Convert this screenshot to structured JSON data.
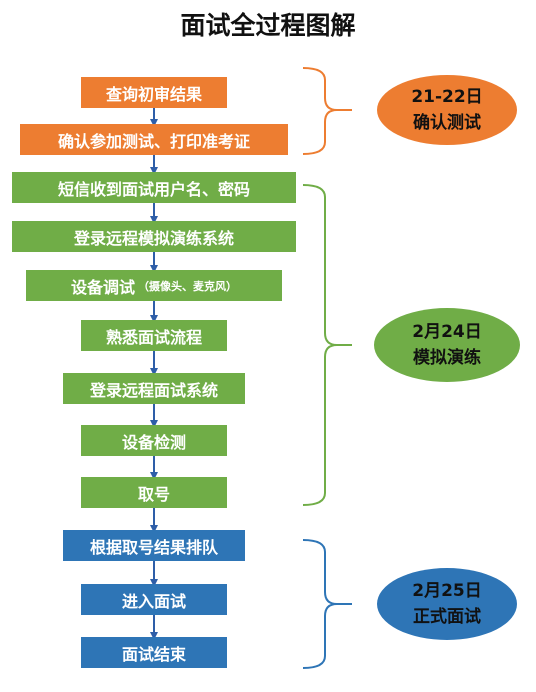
{
  "title": "面试全过程图解",
  "colors": {
    "orange": "#ED7D31",
    "green": "#70AD47",
    "blue": "#2E75B6",
    "arrow": "#2E5EA8"
  },
  "phases": [
    {
      "date": "21-22日",
      "label": "确认测试",
      "color": "orange",
      "steps": [
        {
          "text": "查询初审结果"
        },
        {
          "text": "确认参加测试、打印准考证"
        }
      ]
    },
    {
      "date": "2月24日",
      "label": "模拟演练",
      "color": "green",
      "steps": [
        {
          "text": "短信收到面试用户名、密码"
        },
        {
          "text": "登录远程模拟演练系统"
        },
        {
          "text": "设备调试",
          "note": "（摄像头、麦克风）"
        },
        {
          "text": "熟悉面试流程"
        },
        {
          "text": "登录远程面试系统"
        },
        {
          "text": "设备检测"
        },
        {
          "text": "取号"
        }
      ]
    },
    {
      "date": "2月25日",
      "label": "正式面试",
      "color": "blue",
      "steps": [
        {
          "text": "根据取号结果排队"
        },
        {
          "text": "进入面试"
        },
        {
          "text": "面试结束"
        }
      ]
    }
  ]
}
